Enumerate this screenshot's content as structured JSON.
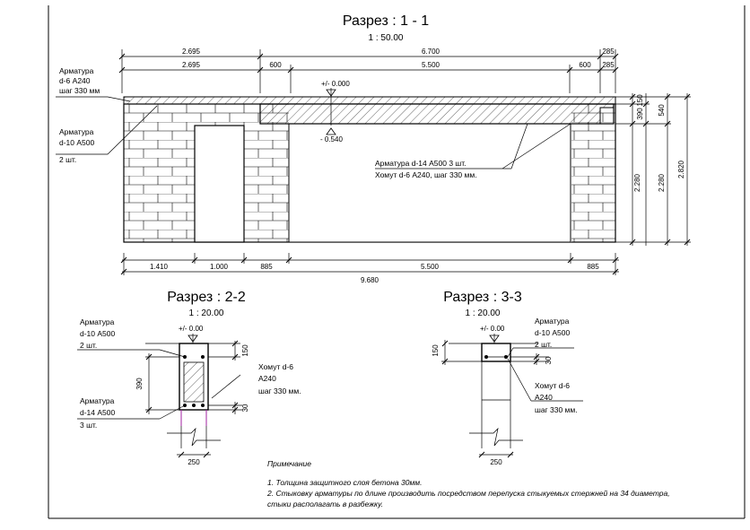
{
  "section_1": {
    "title": "Разрез : 1 - 1",
    "scale": "1 : 50.00",
    "dims_top_row1": [
      "2.695",
      "6.700",
      "285"
    ],
    "dims_top_row2": [
      "2.695",
      "600",
      "5.500",
      "600",
      "285"
    ],
    "dims_bottom_row1": [
      "1.410",
      "1.000",
      "885",
      "5.500",
      "885"
    ],
    "dims_bottom_total": "9.680",
    "dims_right": [
      "150",
      "390",
      "540",
      "2.280",
      "2.280",
      "2.820"
    ],
    "level_top": "+/- 0.000",
    "level_bottom": "- 0.540",
    "label_rebar_top": [
      "Арматура",
      "d-6  А240",
      "шаг 330 мм"
    ],
    "label_rebar_left": [
      "Арматура",
      "d-10  А500",
      "2 шт."
    ],
    "label_rebar_right": [
      "Арматура d-14  А500  3 шт.",
      "Хомут  d-6  А240, шаг 330 мм."
    ]
  },
  "section_2": {
    "title": "Разрез : 2-2",
    "scale": "1 : 20.00",
    "level": "+/- 0.00",
    "label_top": [
      "Арматура",
      "d-10  А500",
      "2 шт."
    ],
    "label_bottom": [
      "Арматура",
      "d-14  А500",
      "3 шт."
    ],
    "label_clamp": [
      "Хомут d-6",
      "А240",
      "шаг 330 мм."
    ],
    "dim_height": "390",
    "dim_top": "150",
    "dim_cover": "30",
    "dim_width": "250"
  },
  "section_3": {
    "title": "Разрез : 3-3",
    "scale": "1 : 20.00",
    "level": "+/- 0.00",
    "label_top": [
      "Арматура",
      "d-10  А500",
      "2 шт."
    ],
    "label_clamp": [
      "Хомут d-6",
      "А240",
      "шаг 330 мм."
    ],
    "dim_top": "150",
    "dim_cover": "30",
    "dim_width": "250"
  },
  "notes": {
    "heading": "Примечание",
    "items": [
      "1.  Толщина защитного слоя бетона 30мм.",
      "2. Стыковку арматуры по длине производить посредством перепуска стыкуемых стержней на 34 диаметра,",
      "стыки располагать в разбежку."
    ]
  }
}
